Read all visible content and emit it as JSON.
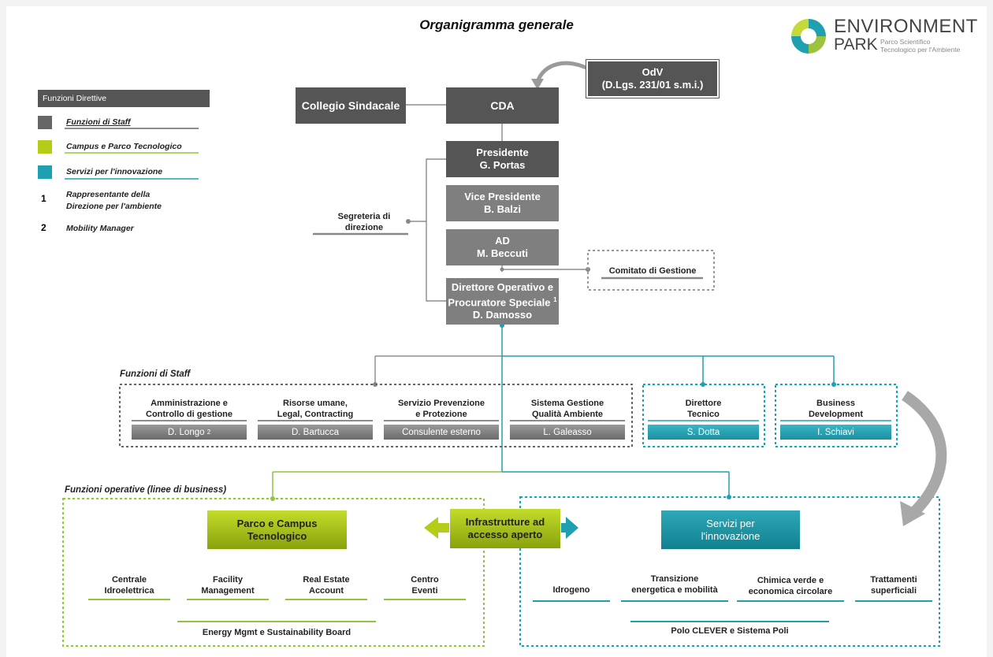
{
  "title": "Organigramma generale",
  "logo": {
    "line1": "ENVIRONMENT",
    "line2": "PARK",
    "sub1": "Parco Scientifico",
    "sub2": "Tecnologico per l'Ambiente"
  },
  "legend": {
    "header": "Funzioni Direttive",
    "items": [
      {
        "label": "Funzioni di Staff",
        "color": "#666666"
      },
      {
        "label": "Campus e Parco Tecnologico",
        "color": "#b5cc18"
      },
      {
        "label": "Servizi per l'innovazione",
        "color": "#1fa0b0"
      }
    ],
    "notes": [
      {
        "num": "1",
        "text1": "Rappresentante della",
        "text2": "Direzione per l'ambiente"
      },
      {
        "num": "2",
        "text1": "Mobility Manager",
        "text2": ""
      }
    ]
  },
  "top": {
    "odv_line1": "OdV",
    "odv_line2": "(D.Lgs. 231/01 s.m.i.)",
    "collegio": "Collegio Sindacale",
    "cda": "CDA",
    "presidente_role": "Presidente",
    "presidente_name": "G. Portas",
    "vice_role": "Vice Presidente",
    "vice_name": "B. Balzi",
    "ad_role": "AD",
    "ad_name": "M. Beccuti",
    "dir_line1": "Direttore Operativo e",
    "dir_line2": "Procuratore Speciale",
    "dir_sup": "1",
    "dir_name": "D. Damosso",
    "segreteria_line1": "Segreteria di",
    "segreteria_line2": "direzione",
    "comitato": "Comitato di Gestione"
  },
  "staff": {
    "section_label": "Funzioni di Staff",
    "items": [
      {
        "line1": "Amministrazione e",
        "line2": "Controllo di gestione",
        "name": "D. Longo",
        "sup": "2"
      },
      {
        "line1": "Risorse umane,",
        "line2": "Legal, Contracting",
        "name": "D. Bartucca",
        "sup": ""
      },
      {
        "line1": "Servizio Prevenzione",
        "line2": "e Protezione",
        "name": "Consulente esterno",
        "sup": ""
      },
      {
        "line1": "Sistema Gestione",
        "line2": "Qualità Ambiente",
        "name": "L. Galeasso",
        "sup": ""
      }
    ],
    "teal_items": [
      {
        "line1": "Direttore",
        "line2": "Tecnico",
        "name": "S. Dotta"
      },
      {
        "line1": "Business",
        "line2": "Development",
        "name": "I. Schiavi"
      }
    ]
  },
  "operative": {
    "section_label": "Funzioni operative  (linee di business)",
    "parco_line1": "Parco e Campus",
    "parco_line2": "Tecnologico",
    "infra_line1": "Infrastrutture ad",
    "infra_line2": "accesso aperto",
    "servizi_line1": "Servizi per",
    "servizi_line2": "l'innovazione",
    "green_items": [
      {
        "line1": "Centrale",
        "line2": "Idroelettrica"
      },
      {
        "line1": "Facility",
        "line2": "Management"
      },
      {
        "line1": "Real Estate",
        "line2": "Account"
      },
      {
        "line1": "Centro",
        "line2": "Eventi"
      }
    ],
    "green_bottom": "Energy Mgmt  e Sustainability Board",
    "teal_items": [
      {
        "line1": "Idrogeno",
        "line2": ""
      },
      {
        "line1": "Transizione",
        "line2": "energetica  e mobilità"
      },
      {
        "line1": "Chimica verde e",
        "line2": "economica circolare"
      },
      {
        "line1": "Trattamenti",
        "line2": "superficiali"
      }
    ],
    "teal_bottom": "Polo CLEVER e Sistema Poli"
  }
}
